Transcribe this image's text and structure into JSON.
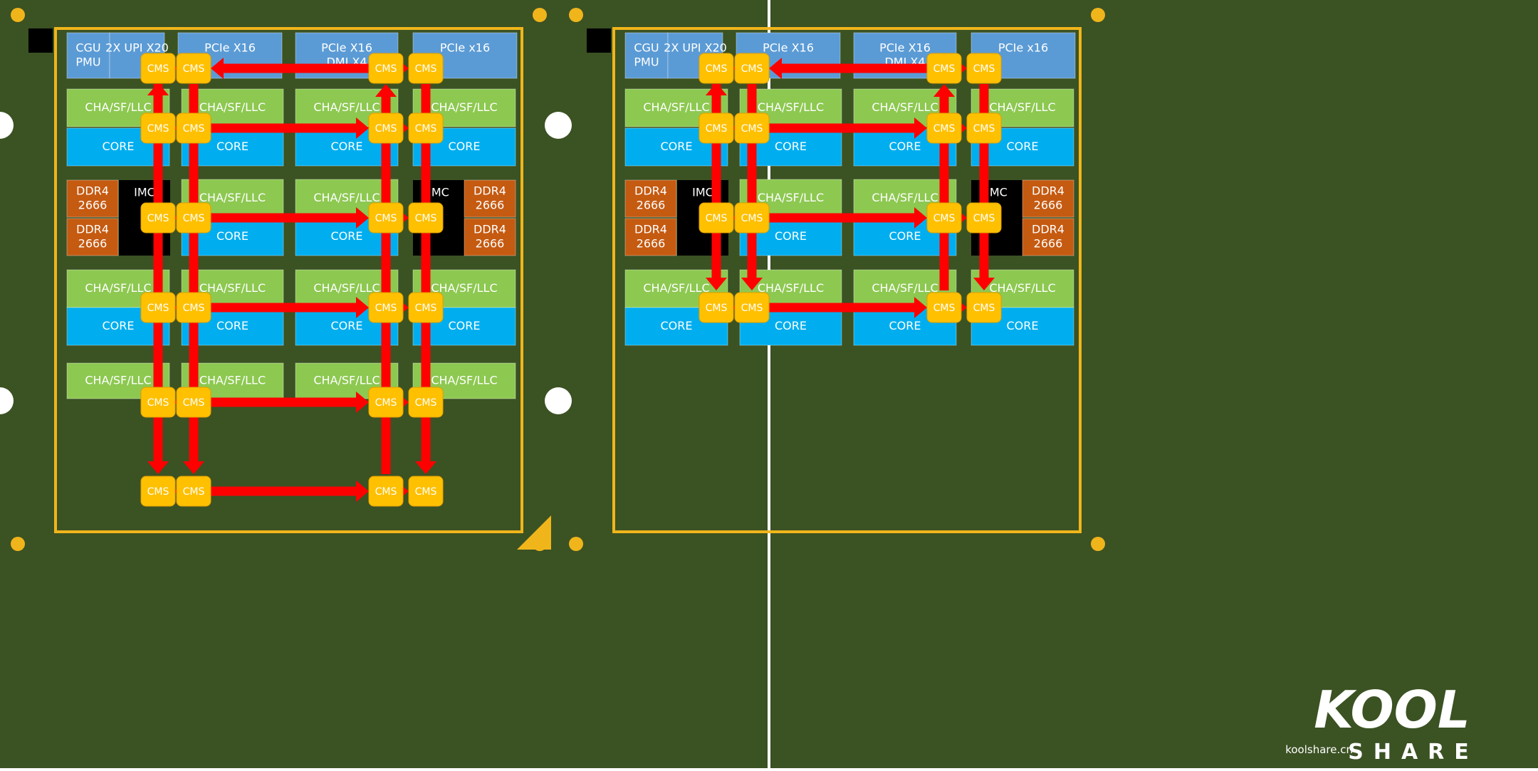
{
  "colors": {
    "board": "#3b5223",
    "frame": "#f0b51b",
    "io_block": "#5b9bd5",
    "cha_block": "#8dc851",
    "core_block": "#00aeef",
    "ddr_block": "#c55a11",
    "imc_block": "#000000",
    "cms_node": "#ffc000",
    "mesh_link": "#ff0000",
    "text_light": "#ffffff",
    "text_dark": "#000000"
  },
  "labels": {
    "cgu": "CGU",
    "pmu": "PMU",
    "upi": "2X UPI X20",
    "pcie_a": "PCIe X16",
    "pcie_b": "PCIe X16",
    "dmi": "DMI X4",
    "pcie_c": "PCIe x16",
    "cha": "CHA/SF/LLC",
    "core": "CORE",
    "imc": "IMC",
    "ddr": "DDR4",
    "ddr_speed": "2666",
    "cms": "CMS"
  },
  "panels": [
    {
      "id": "left",
      "core_rows": 4,
      "extra_cha_row": true,
      "bottom_cms_row": true,
      "link_rows": 6
    },
    {
      "id": "right",
      "core_rows": 3,
      "extra_cha_row": false,
      "bottom_cms_row": false,
      "link_rows": 4
    }
  ],
  "watermark": {
    "logo_text": "KOOL",
    "sub_text": "SHARE",
    "site": "koolshare.cn"
  }
}
